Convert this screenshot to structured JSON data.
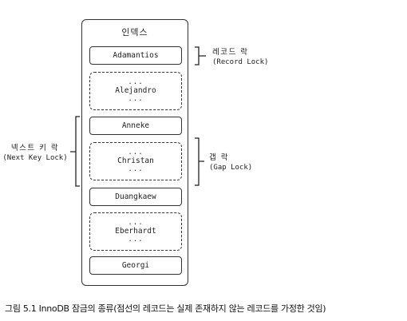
{
  "index_title": "인덱스",
  "records": {
    "adamantios": "Adamantios",
    "anneke": "Anneke",
    "duangkaew": "Duangkaew",
    "georgi": "Georgi"
  },
  "gaps": {
    "alejandro": {
      "dots_top": "...",
      "name": "Alejandro",
      "dots_bottom": "..."
    },
    "christan": {
      "dots_top": "...",
      "name": "Christan",
      "dots_bottom": "..."
    },
    "eberhardt": {
      "dots_top": "...",
      "name": "Eberhardt",
      "dots_bottom": "..."
    }
  },
  "labels": {
    "record_lock": {
      "ko": "레코드 락",
      "en": "(Record Lock)"
    },
    "gap_lock": {
      "ko": "갭 락",
      "en": "(Gap Lock)"
    },
    "next_key_lock": {
      "ko": "넥스트 키 락",
      "en": "(Next Key Lock)"
    }
  },
  "caption": "그림 5.1 InnoDB 잠금의 종류(점선의 레코드는 실제 존재하지 않는 레코드를 가정한 것임)"
}
